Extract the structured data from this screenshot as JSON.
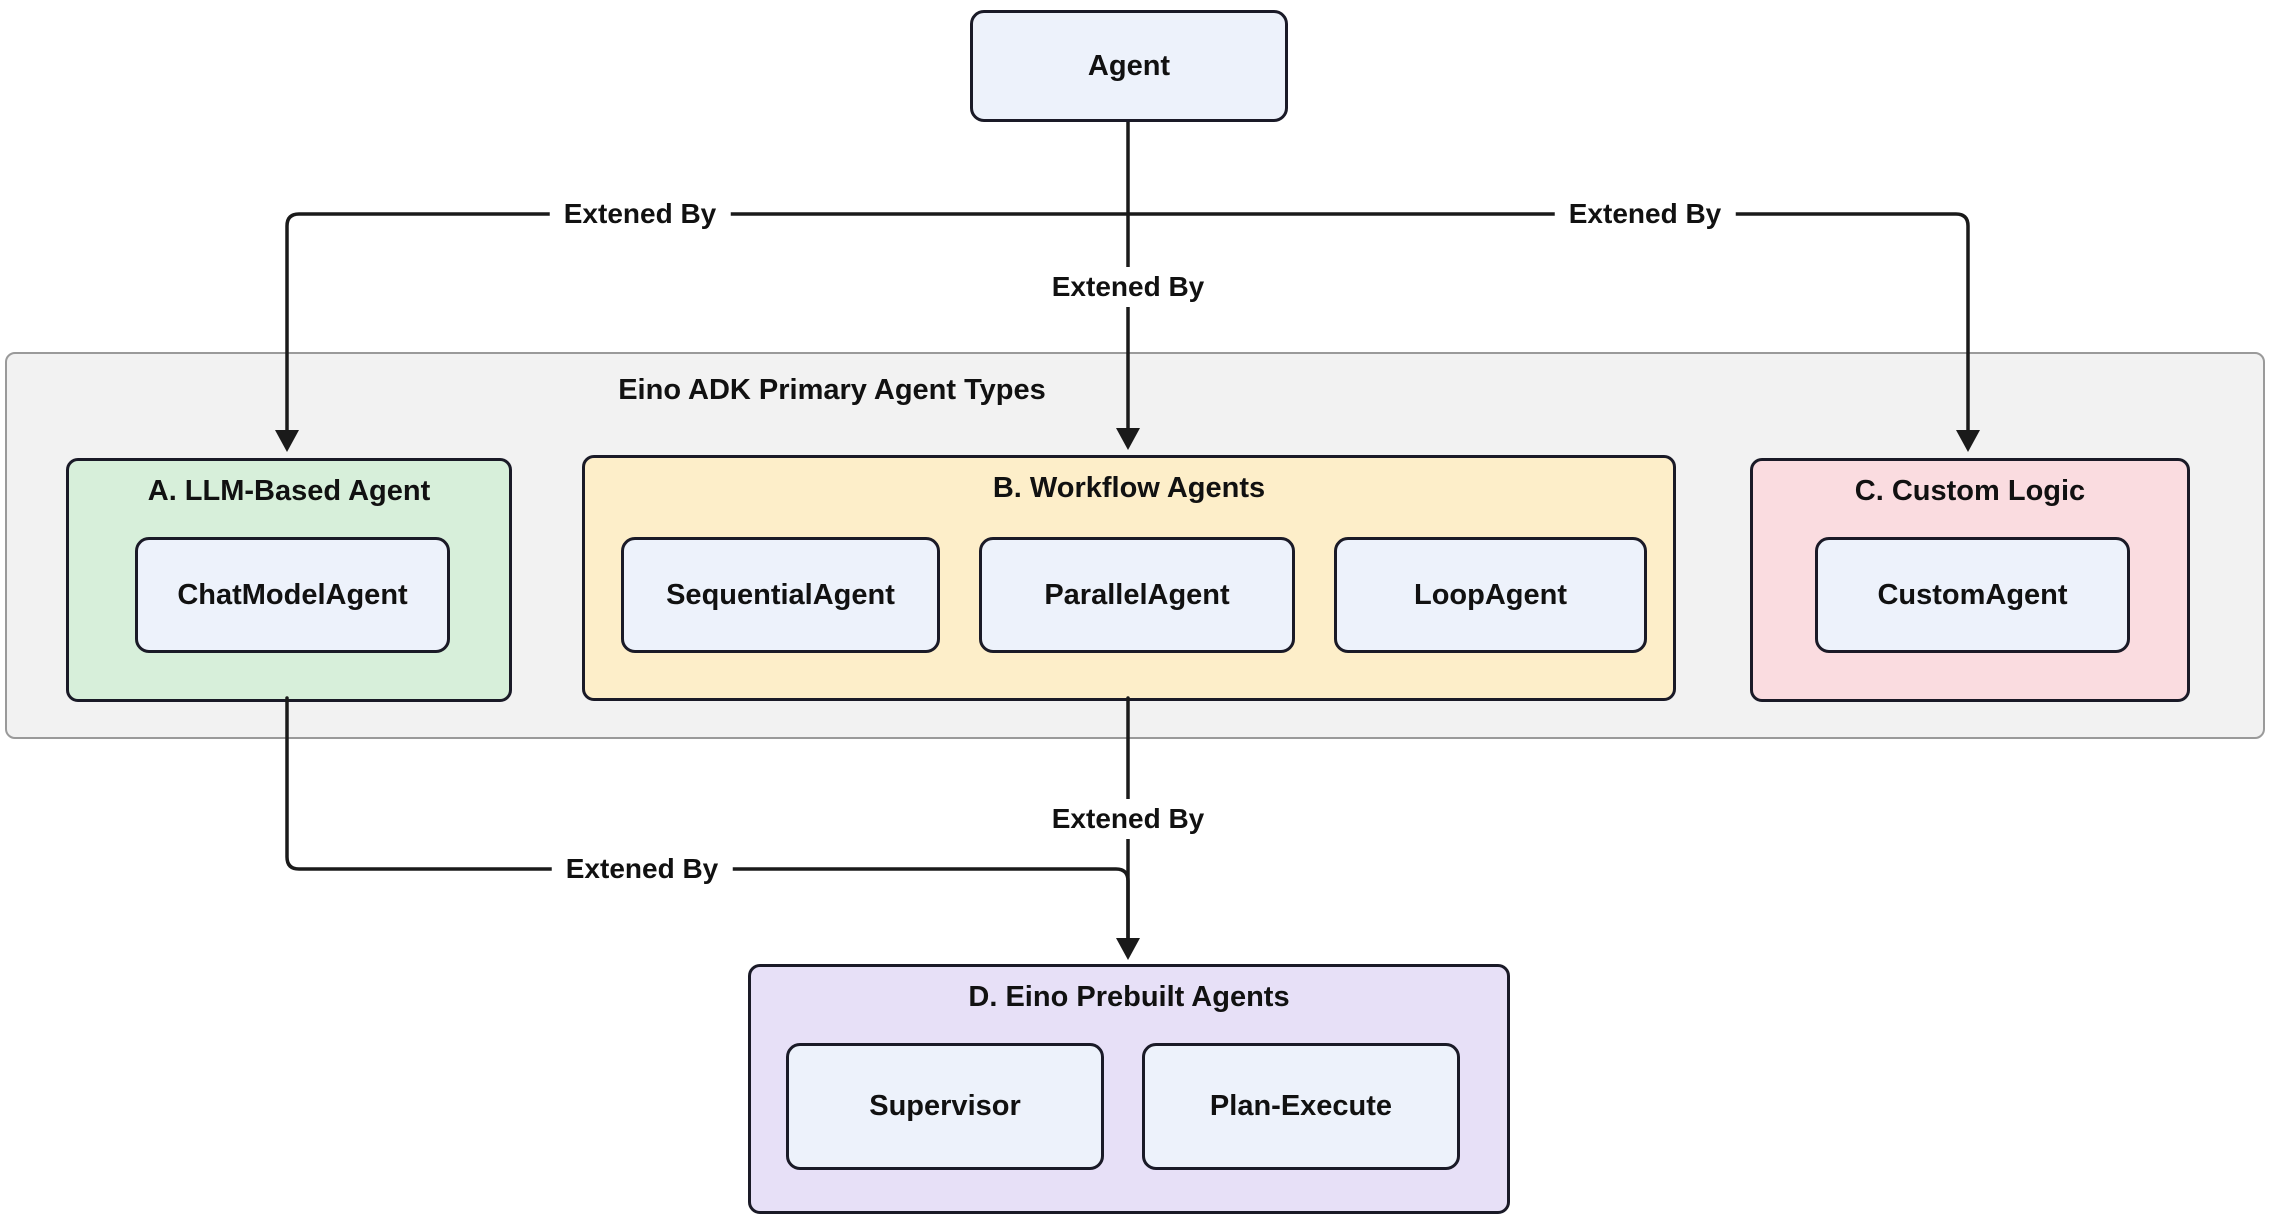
{
  "diagram": {
    "root": {
      "label": "Agent"
    },
    "container": {
      "title": "Eino ADK Primary Agent Types"
    },
    "groups": {
      "llm": {
        "title": "A. LLM-Based Agent",
        "children": [
          "ChatModelAgent"
        ]
      },
      "workflow": {
        "title": "B. Workflow Agents",
        "children": [
          "SequentialAgent",
          "ParallelAgent",
          "LoopAgent"
        ]
      },
      "custom": {
        "title": "C. Custom Logic",
        "children": [
          "CustomAgent"
        ]
      },
      "prebuilt": {
        "title": "D. Eino Prebuilt Agents",
        "children": [
          "Supervisor",
          "Plan-Execute"
        ]
      }
    },
    "edge_labels": {
      "agent_to_llm": "Extened By",
      "agent_to_workflow": "Extened By",
      "agent_to_custom": "Extened By",
      "workflow_to_prebuilt": "Extened By",
      "llm_to_prebuilt": "Extened By"
    },
    "colors": {
      "node_fill": "#edf2fb",
      "llm_fill": "#d7efda",
      "workflow_fill": "#fdeec9",
      "custom_fill": "#fadce0",
      "prebuilt_fill": "#e7e0f7",
      "container_fill": "#f2f2f2",
      "border_dark": "#1a1a27",
      "container_border": "#9a9a9a",
      "edge_color": "#1a1a1a",
      "text_color": "#111111"
    }
  }
}
